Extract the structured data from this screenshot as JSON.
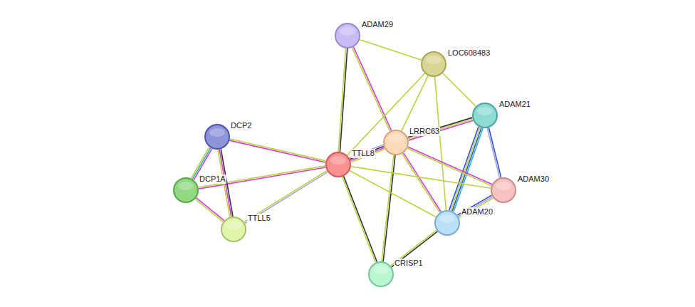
{
  "diagram": {
    "nodes": [
      {
        "text": [
          "ADAM29"
        ]
      },
      {
        "text": [
          "LOC608483"
        ]
      },
      {
        "text": [
          "ADAM21"
        ]
      },
      {
        "text": [
          "DCP2"
        ]
      },
      {
        "text": [
          "LRRC63"
        ]
      },
      {
        "text": [
          "TTLL8"
        ]
      },
      {
        "text": [
          "DCP1A"
        ]
      },
      {
        "text": [
          "ADAM30"
        ]
      },
      {
        "text": [
          "ADAM20"
        ]
      },
      {
        "text": [
          "TTLL5"
        ]
      },
      {
        "text": [
          "CRISP1"
        ]
      }
    ],
    "edges": [
      {
        "from": 0,
        "to": 5,
        "arrow": "none"
      },
      {
        "from": 0,
        "to": 4,
        "arrow": "none"
      },
      {
        "from": 0,
        "to": 1,
        "arrow": "none"
      },
      {
        "from": 1,
        "to": 4,
        "arrow": "none"
      },
      {
        "from": 1,
        "to": 5,
        "arrow": "none"
      },
      {
        "from": 1,
        "to": 2,
        "arrow": "none"
      },
      {
        "from": 1,
        "to": 8,
        "arrow": "none"
      },
      {
        "from": 2,
        "to": 4,
        "arrow": "none"
      },
      {
        "from": 2,
        "to": 8,
        "arrow": "none"
      },
      {
        "from": 2,
        "to": 7,
        "arrow": "none"
      },
      {
        "from": 4,
        "to": 5,
        "arrow": "none"
      },
      {
        "from": 4,
        "to": 7,
        "arrow": "none"
      },
      {
        "from": 4,
        "to": 8,
        "arrow": "none"
      },
      {
        "from": 4,
        "to": 10,
        "arrow": "none"
      },
      {
        "from": 5,
        "to": 3,
        "arrow": "none"
      },
      {
        "from": 5,
        "to": 6,
        "arrow": "none"
      },
      {
        "from": 5,
        "to": 9,
        "arrow": "none"
      },
      {
        "from": 5,
        "to": 8,
        "arrow": "none"
      },
      {
        "from": 5,
        "to": 7,
        "arrow": "none"
      },
      {
        "from": 5,
        "to": 10,
        "arrow": "none"
      },
      {
        "from": 3,
        "to": 6,
        "arrow": "none"
      },
      {
        "from": 3,
        "to": 9,
        "arrow": "none"
      },
      {
        "from": 6,
        "to": 9,
        "arrow": "none"
      },
      {
        "from": 8,
        "to": 7,
        "arrow": "none"
      },
      {
        "from": 8,
        "to": 10,
        "arrow": "none"
      }
    ]
  }
}
